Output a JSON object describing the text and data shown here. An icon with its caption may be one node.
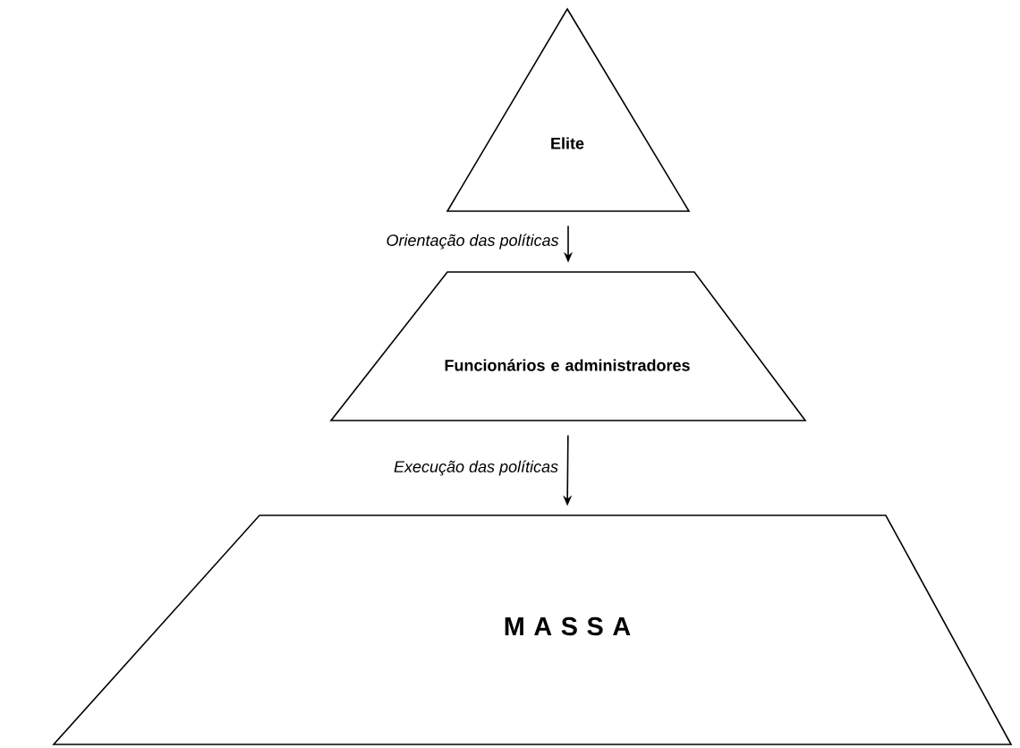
{
  "diagram": {
    "nodes": [
      {
        "text": [
          "Elite"
        ]
      },
      {
        "text": [
          "Funcionários e administradores"
        ]
      },
      {
        "text": [
          "M A S S A"
        ]
      }
    ],
    "edges": [
      {
        "from": 0,
        "to": 1,
        "arrow": "to",
        "label": "Orientação das políticas"
      },
      {
        "from": 1,
        "to": 2,
        "arrow": "to",
        "label": "Execução das políticas"
      }
    ]
  }
}
